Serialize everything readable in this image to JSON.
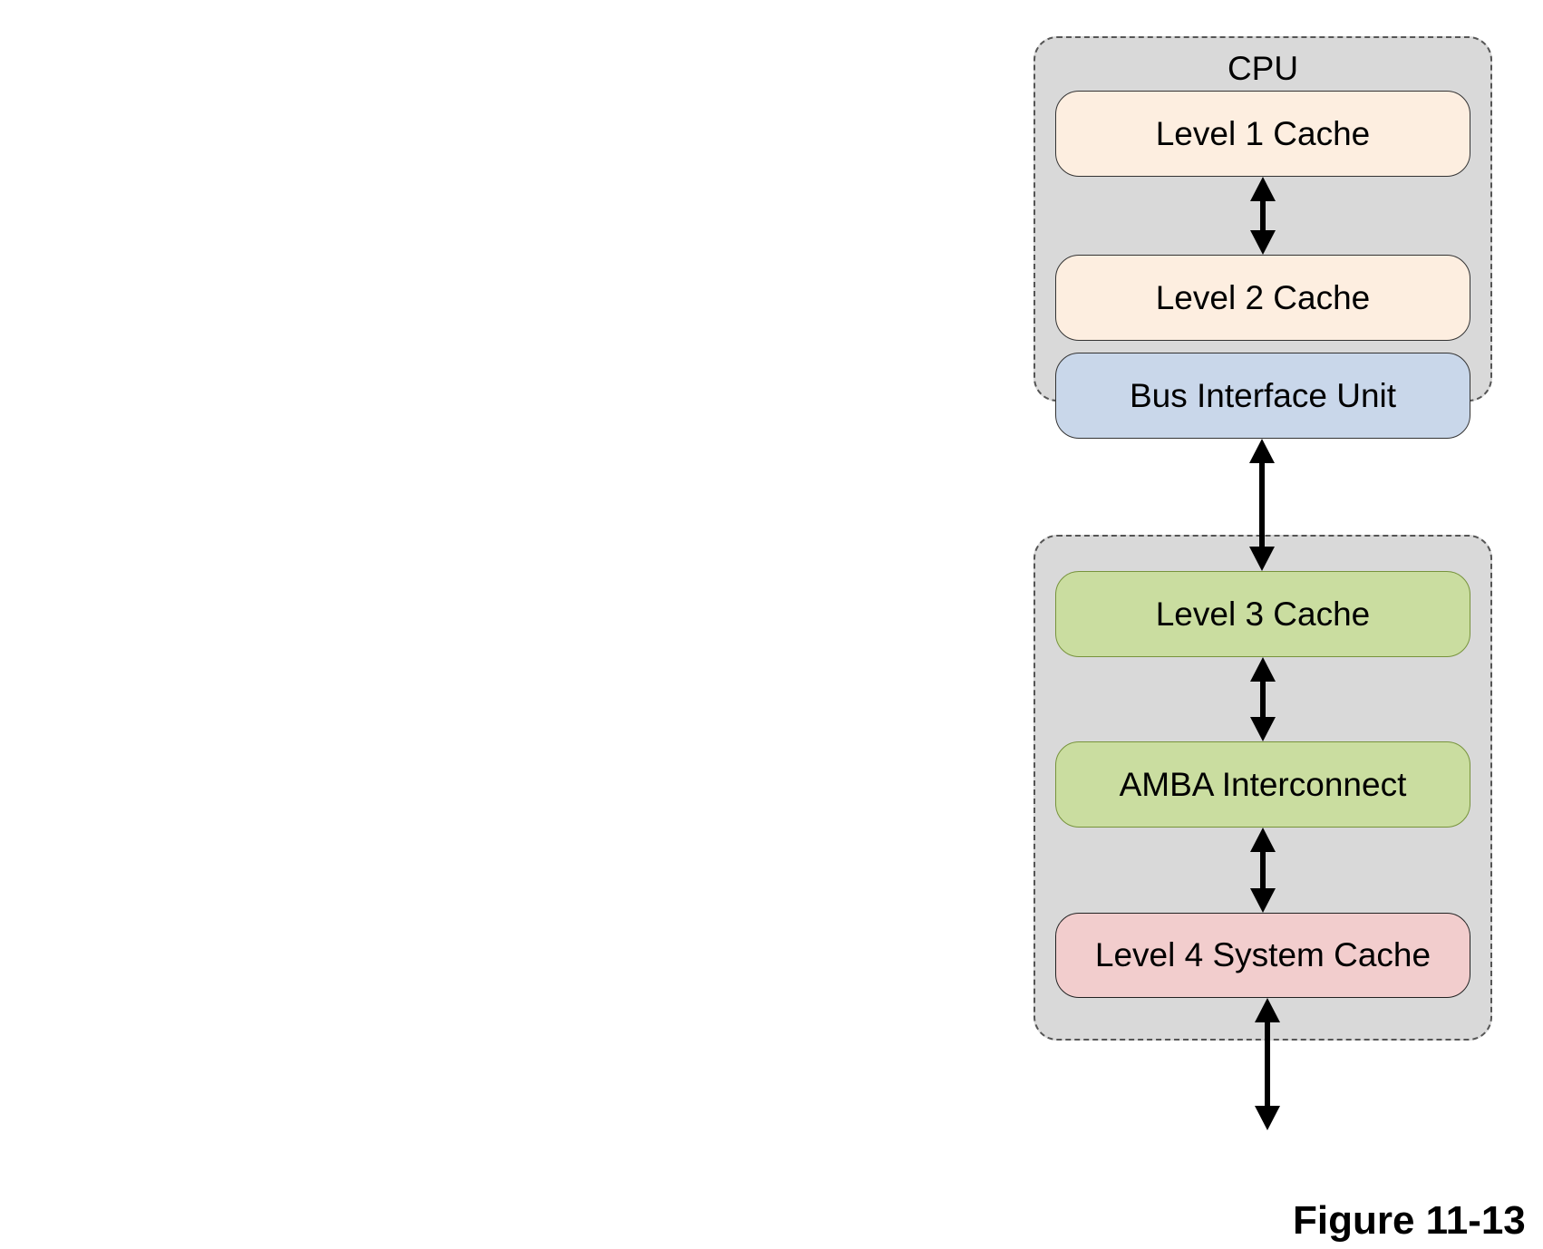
{
  "diagram": {
    "cpu_group": {
      "label": "CPU",
      "blocks": [
        {
          "id": "l1",
          "label": "Level 1 Cache",
          "color": "#fdeee0"
        },
        {
          "id": "l2",
          "label": "Level 2 Cache",
          "color": "#fdeee0"
        }
      ]
    },
    "bus_interface": {
      "id": "biu",
      "label": "Bus Interface Unit",
      "color": "#c9d7ea"
    },
    "system_group": {
      "blocks": [
        {
          "id": "l3",
          "label": "Level 3 Cache",
          "color": "#cadda0"
        },
        {
          "id": "amba",
          "label": "AMBA Interconnect",
          "color": "#cadda0"
        },
        {
          "id": "l4",
          "label": "Level 4 System Cache",
          "color": "#f2cdcd"
        }
      ]
    },
    "connections": [
      {
        "from": "l1",
        "to": "l2",
        "type": "bidirectional"
      },
      {
        "from": "biu",
        "to": "l3",
        "type": "bidirectional"
      },
      {
        "from": "l3",
        "to": "amba",
        "type": "bidirectional"
      },
      {
        "from": "amba",
        "to": "l4",
        "type": "bidirectional"
      },
      {
        "from": "l4",
        "to": "external",
        "type": "bidirectional"
      }
    ],
    "group_fill": "#d9d9d9"
  },
  "figure_label": "Figure 11-13"
}
